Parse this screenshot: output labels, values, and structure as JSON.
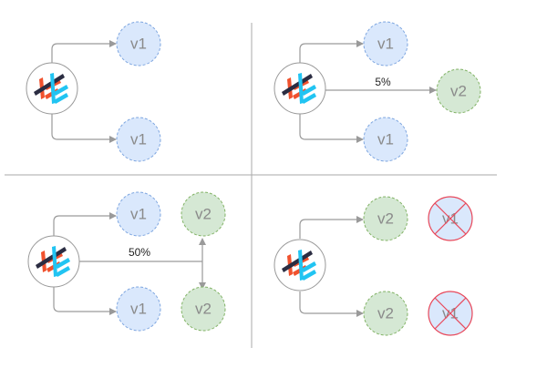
{
  "colors": {
    "v1_fill": "#dae8fc",
    "v2_fill": "#d5e8d4",
    "cross": "#e8485a",
    "logo_red": "#f0522e",
    "logo_navy": "#2b2d42",
    "logo_cyan": "#21c4f2"
  },
  "quadrants": [
    {
      "nodes": [
        "v1",
        "v1"
      ],
      "percent": null
    },
    {
      "nodes": [
        "v1",
        "v1",
        "v2"
      ],
      "percent": "5%"
    },
    {
      "nodes": [
        "v1",
        "v1",
        "v2",
        "v2"
      ],
      "percent": "50%"
    },
    {
      "nodes": [
        "v2",
        "v2",
        "v1",
        "v1"
      ],
      "percent": null,
      "removed": "v1"
    }
  ],
  "logo_icon": "traffic-router-logo"
}
